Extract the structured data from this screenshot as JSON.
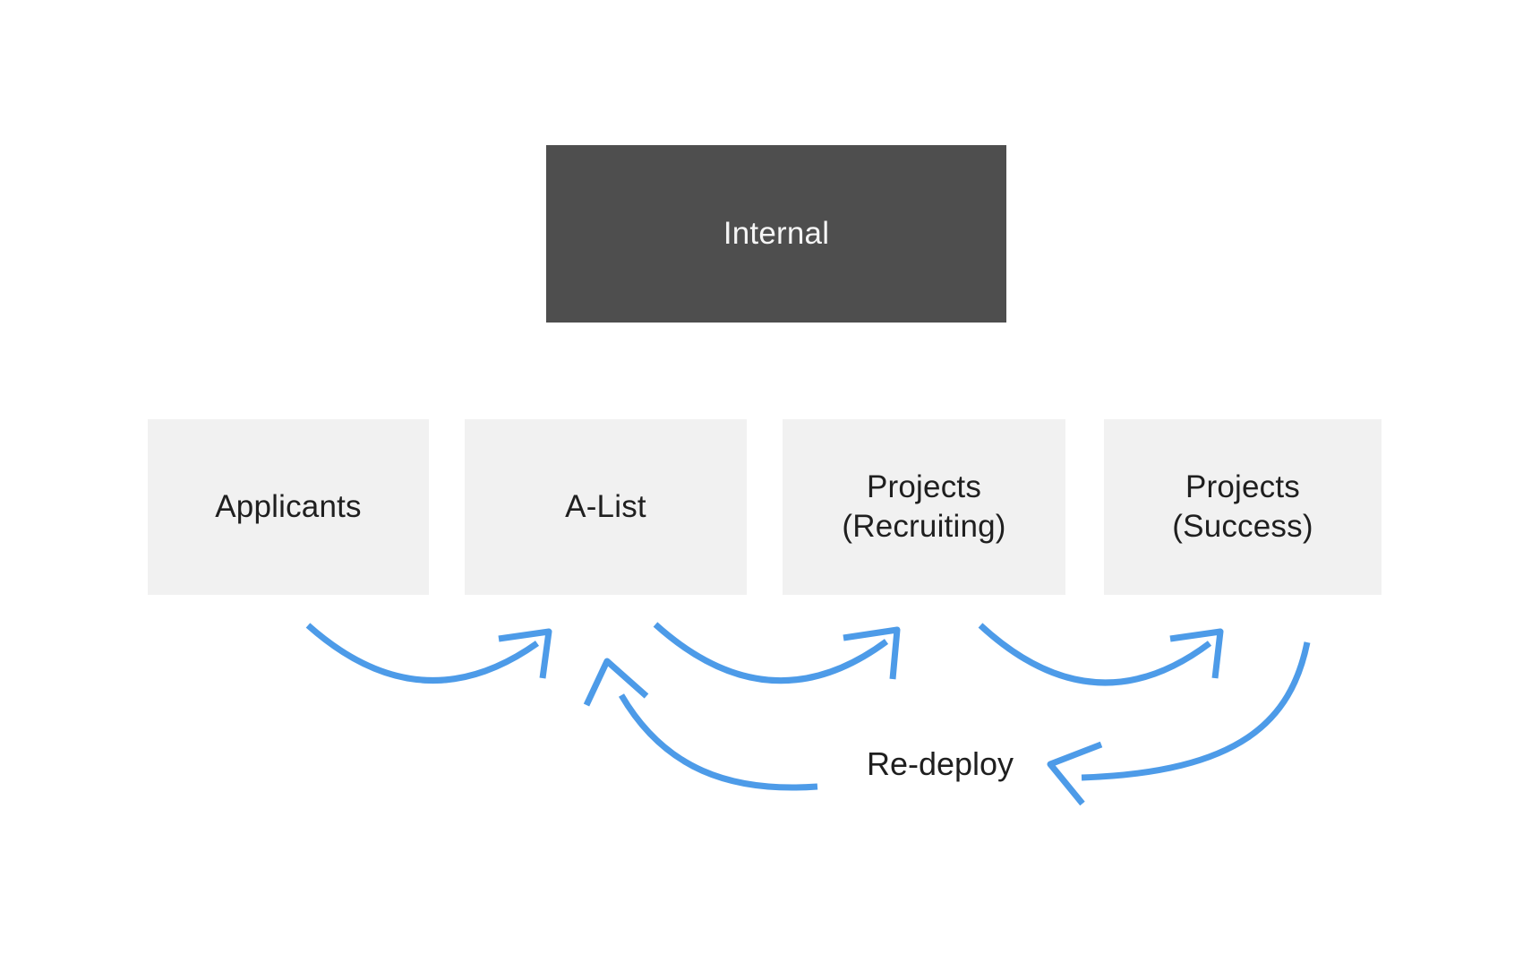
{
  "diagram": {
    "title_node": {
      "label": "Internal"
    },
    "row_nodes": [
      {
        "id": "applicants",
        "label": "Applicants"
      },
      {
        "id": "a-list",
        "label": "A-List"
      },
      {
        "id": "projects-recruiting",
        "label": "Projects\n(Recruiting)"
      },
      {
        "id": "projects-success",
        "label": "Projects\n(Success)"
      }
    ],
    "annotation_label": "Re-deploy",
    "flows": [
      {
        "from": "Applicants",
        "to": "A-List"
      },
      {
        "from": "A-List",
        "to": "Projects (Recruiting)"
      },
      {
        "from": "Projects (Recruiting)",
        "to": "Projects (Success)"
      },
      {
        "from": "Projects (Success)",
        "to": "Re-deploy",
        "direction": "return"
      },
      {
        "from": "Re-deploy",
        "to": "A-List",
        "direction": "return"
      }
    ],
    "colors": {
      "background": "#ffffff",
      "top_node_bg": "#4e4e4e",
      "top_node_text": "#f5f5f5",
      "row_node_bg": "#f1f1f1",
      "node_text": "#1f1f1f",
      "arrow": "#4d9be8"
    }
  }
}
